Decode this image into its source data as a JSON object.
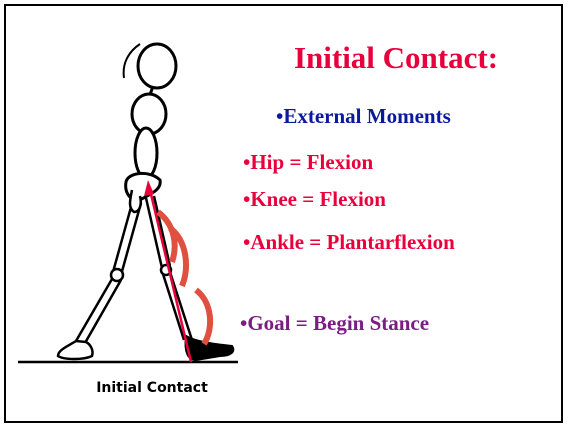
{
  "title": "Initial Contact:",
  "bullets": {
    "external_moments": "•External Moments",
    "hip": "•Hip = Flexion",
    "knee": "•Knee = Flexion",
    "ankle": "•Ankle = Plantarflexion",
    "goal": "•Goal = Begin Stance"
  },
  "figure_caption": "Initial Contact",
  "colors": {
    "title": "#e8003c",
    "external_moments": "#0b1a9c",
    "joint_bullets": "#e8003c",
    "goal": "#7a1e84",
    "force_vector": "#e8003c",
    "moment_arcs": "#e05040"
  }
}
